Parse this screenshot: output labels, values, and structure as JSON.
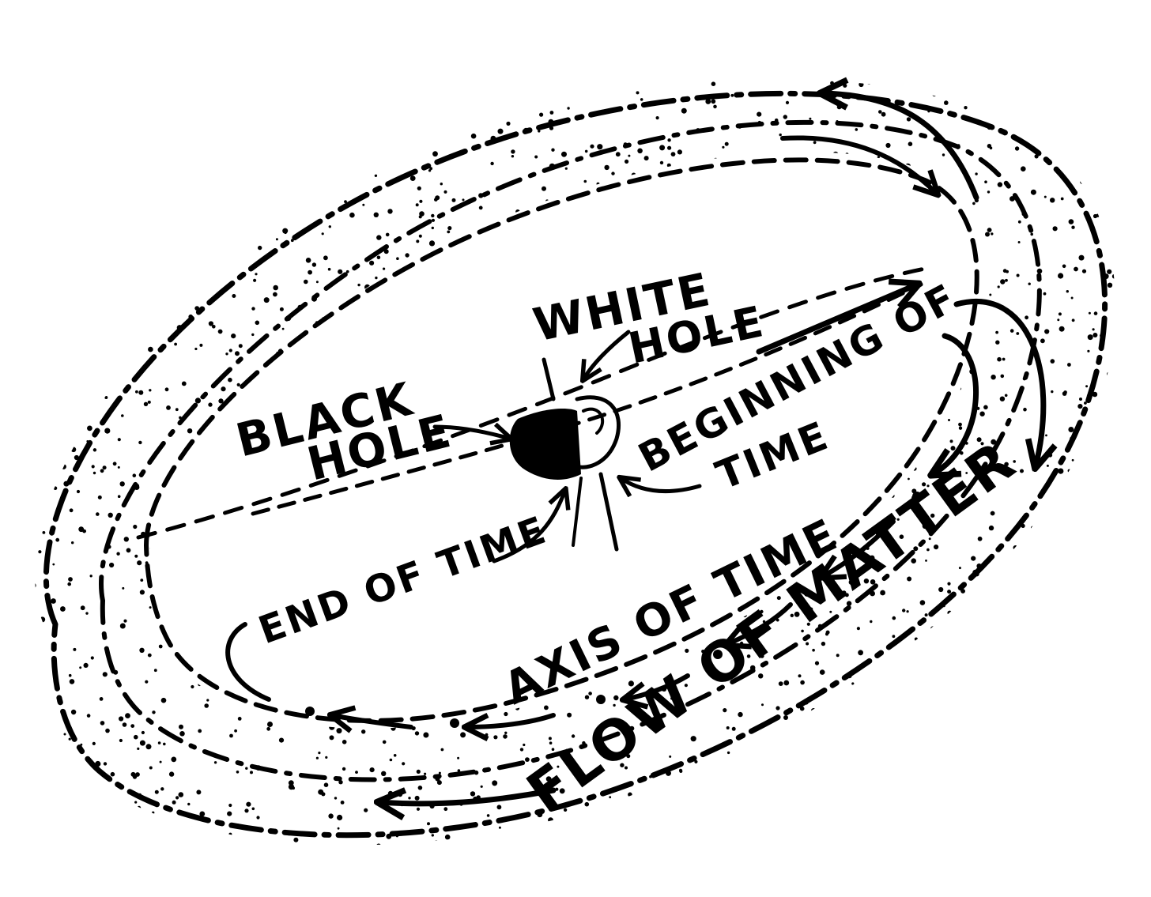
{
  "labels": {
    "white_hole": [
      "WHITE",
      "HOLE"
    ],
    "black_hole": [
      "BLACK",
      "HOLE"
    ],
    "beginning_of_time": [
      "BEGINNING OF",
      "TIME"
    ],
    "end_of_time": "END OF TIME",
    "axis_of_time": "AXIS OF TIME",
    "flow_of_matter": "FLOW OF MATTER"
  },
  "colors": {
    "ink": "#000000",
    "paper": "#ffffff"
  }
}
